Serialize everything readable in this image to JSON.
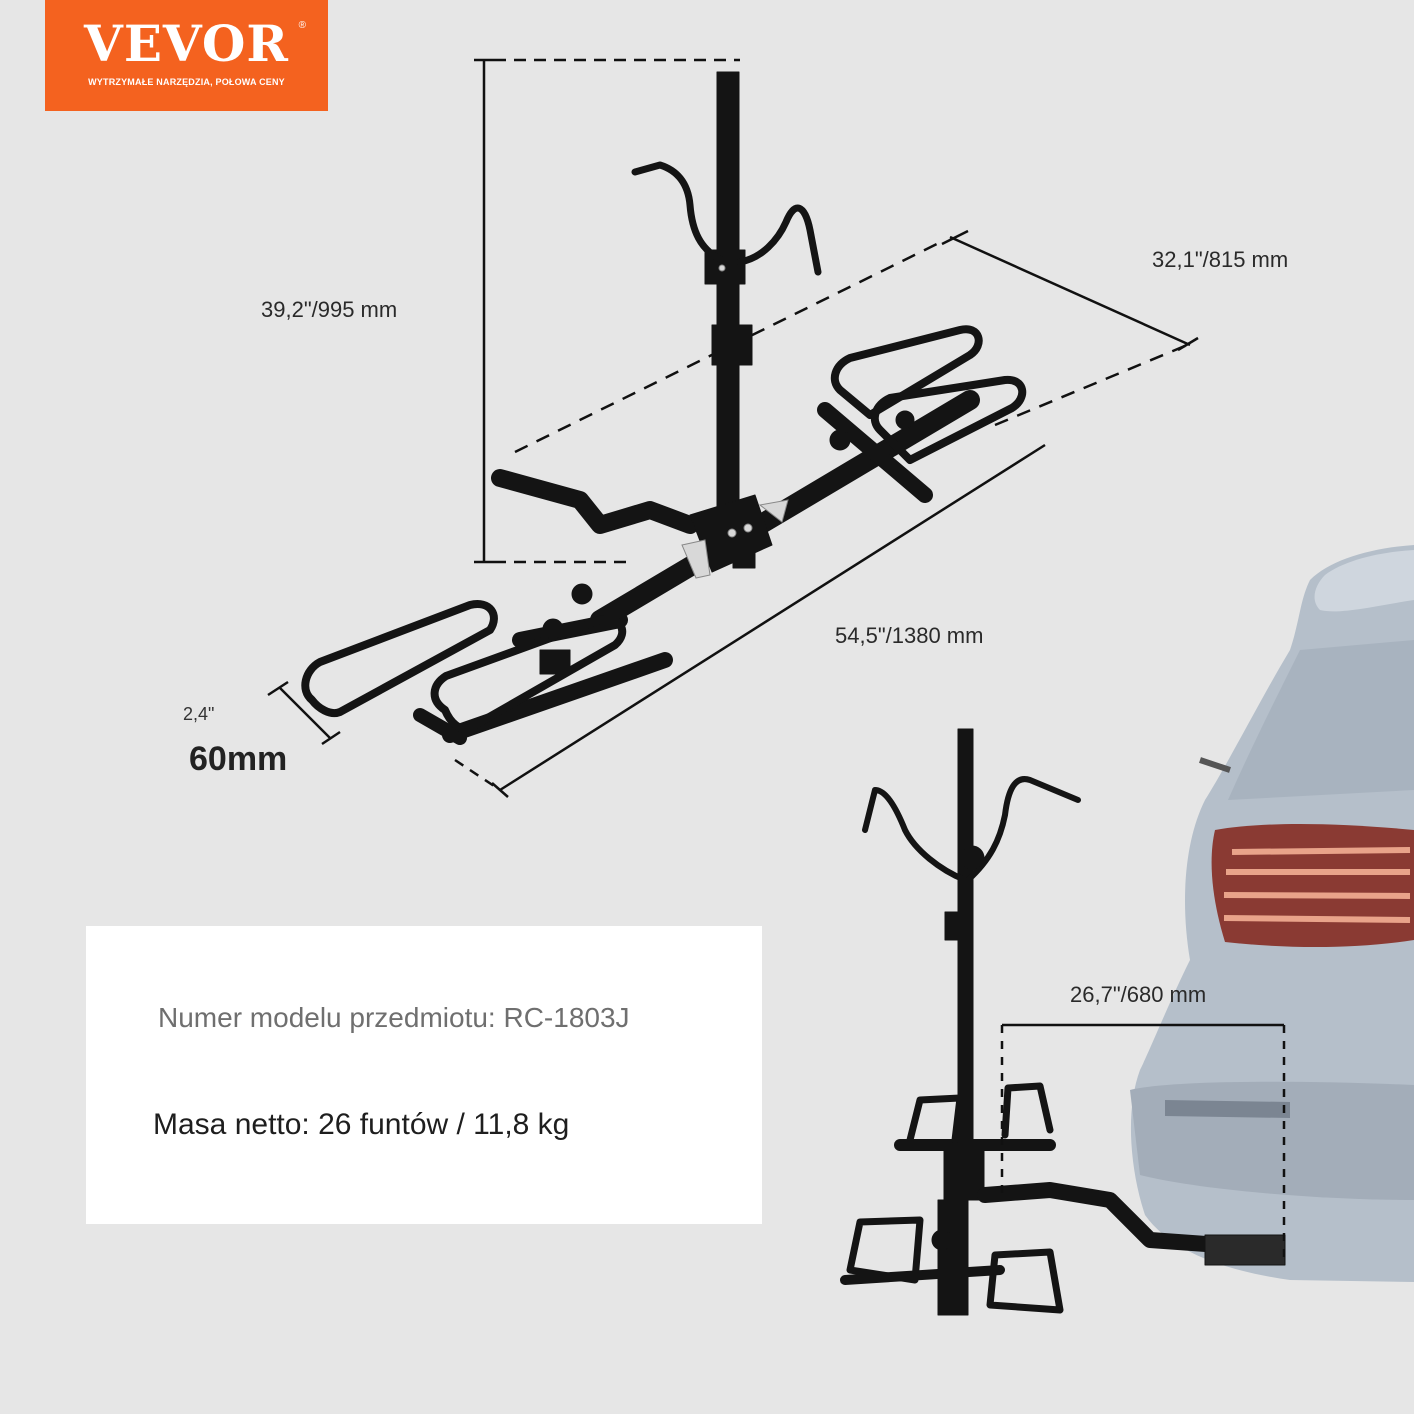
{
  "brand": {
    "name": "VEVOR",
    "registered": "®",
    "tagline": "WYTRZYMAŁE NARZĘDZIA, POŁOWA CENY",
    "color": "#f4621f"
  },
  "dimensions": {
    "height": "39,2\"/995 mm",
    "width": "32,1\"/815 mm",
    "length": "54,5\"/1380 mm",
    "tube_inch": "2,4\"",
    "tube_mm": "60mm",
    "hitch_extension": "26,7\"/680 mm"
  },
  "specs": {
    "model": "Numer modelu przedmiotu: RC-1803J",
    "net_mass": "Masa netto: 26 funtów / 11,8 kg"
  },
  "colors": {
    "background": "#e6e6e6",
    "rack": "#141414",
    "car": "#b7c0cb"
  }
}
